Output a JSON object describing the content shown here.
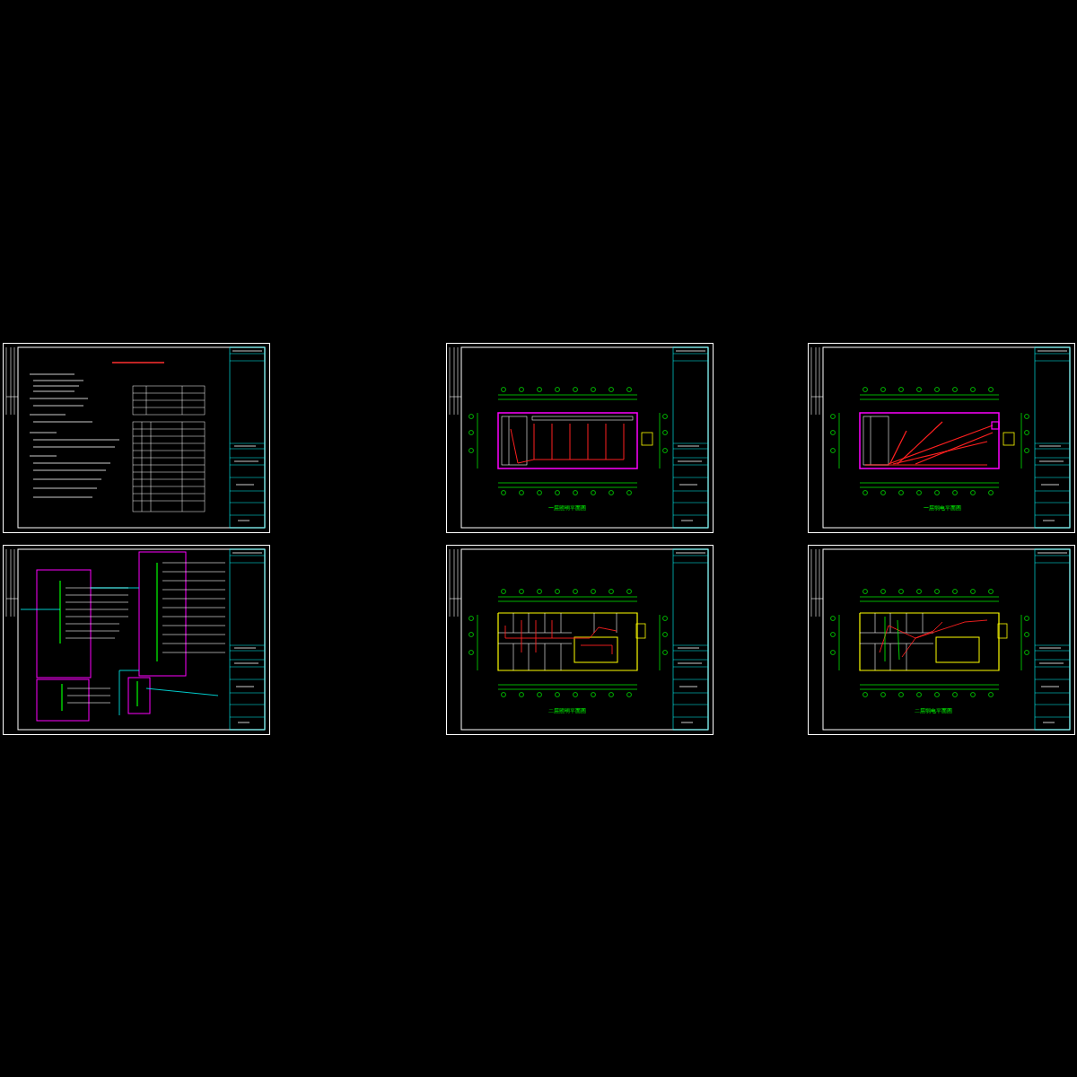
{
  "diagram": {
    "labels": [
      "一层照明平面图",
      "一层弱电平面图",
      "二层照明平面图",
      "二层弱电平面图"
    ]
  }
}
